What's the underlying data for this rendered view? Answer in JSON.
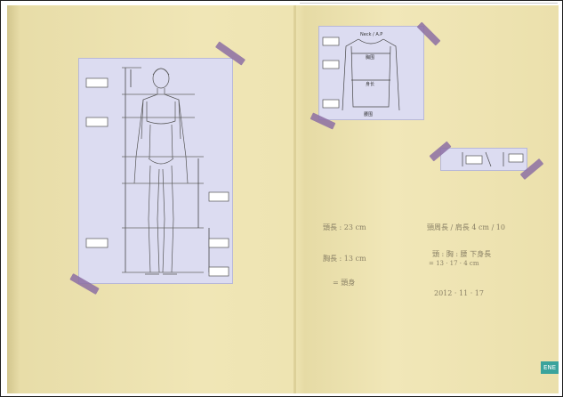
{
  "notes": {
    "line1_left": "頭長 : 23 cm",
    "line1_right": "頸周長 / 肩長 4 cm / 10",
    "line2_left": "胸長 : 13 cm",
    "line2_right": "頭 : 胸 : 腰 下身長",
    "line2_right_sub": "= 13 · 17 · 4 cm",
    "line3_left": "= 頭身",
    "line3_right": "2012 · 11 · 17"
  },
  "garment_labels": {
    "top": "Neck / A.P",
    "chest": "胸围",
    "body": "身长",
    "hem": "腰围"
  },
  "sticker": "ENE"
}
